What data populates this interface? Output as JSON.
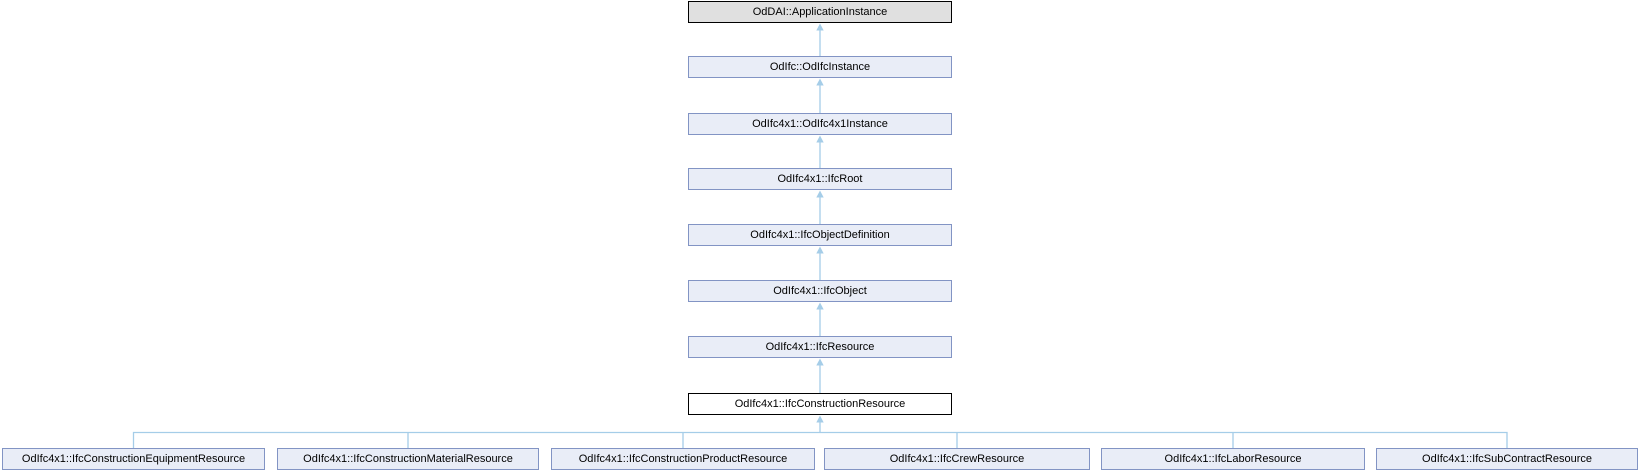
{
  "diagram": {
    "colors": {
      "arrow": "#a5cde8",
      "node_fill": "#e9edf7",
      "node_border": "#8294c4",
      "external_fill": "#e0e0e0",
      "external_border": "#000000",
      "current_fill": "#ffffff",
      "current_border": "#000000",
      "text": "#000000"
    },
    "chain": [
      {
        "label": "OdDAI::ApplicationInstance",
        "style": "external"
      },
      {
        "label": "OdIfc::OdIfcInstance",
        "style": "normal"
      },
      {
        "label": "OdIfc4x1::OdIfc4x1Instance",
        "style": "normal"
      },
      {
        "label": "OdIfc4x1::IfcRoot",
        "style": "normal"
      },
      {
        "label": "OdIfc4x1::IfcObjectDefinition",
        "style": "normal"
      },
      {
        "label": "OdIfc4x1::IfcObject",
        "style": "normal"
      },
      {
        "label": "OdIfc4x1::IfcResource",
        "style": "normal"
      },
      {
        "label": "OdIfc4x1::IfcConstructionResource",
        "style": "current"
      }
    ],
    "children": [
      {
        "label": "OdIfc4x1::IfcConstructionEquipmentResource"
      },
      {
        "label": "OdIfc4x1::IfcConstructionMaterialResource"
      },
      {
        "label": "OdIfc4x1::IfcConstructionProductResource"
      },
      {
        "label": "OdIfc4x1::IfcCrewResource"
      },
      {
        "label": "OdIfc4x1::IfcLaborResource"
      },
      {
        "label": "OdIfc4x1::IfcSubContractResource"
      }
    ]
  }
}
